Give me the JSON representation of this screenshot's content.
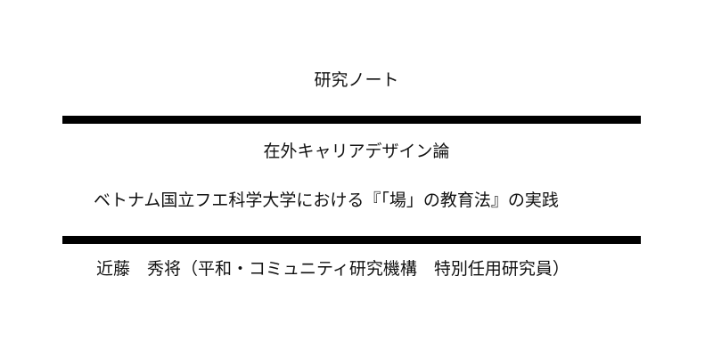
{
  "document": {
    "article_type": "研究ノート",
    "title": "在外キャリアデザイン論",
    "subtitle": "ベトナム国立フエ科学大学における『「場」の教育法』の実践",
    "author": {
      "name": "近藤　秀将",
      "affiliation": "（平和・コミュニティ研究機構　特別任用研究員）"
    }
  }
}
